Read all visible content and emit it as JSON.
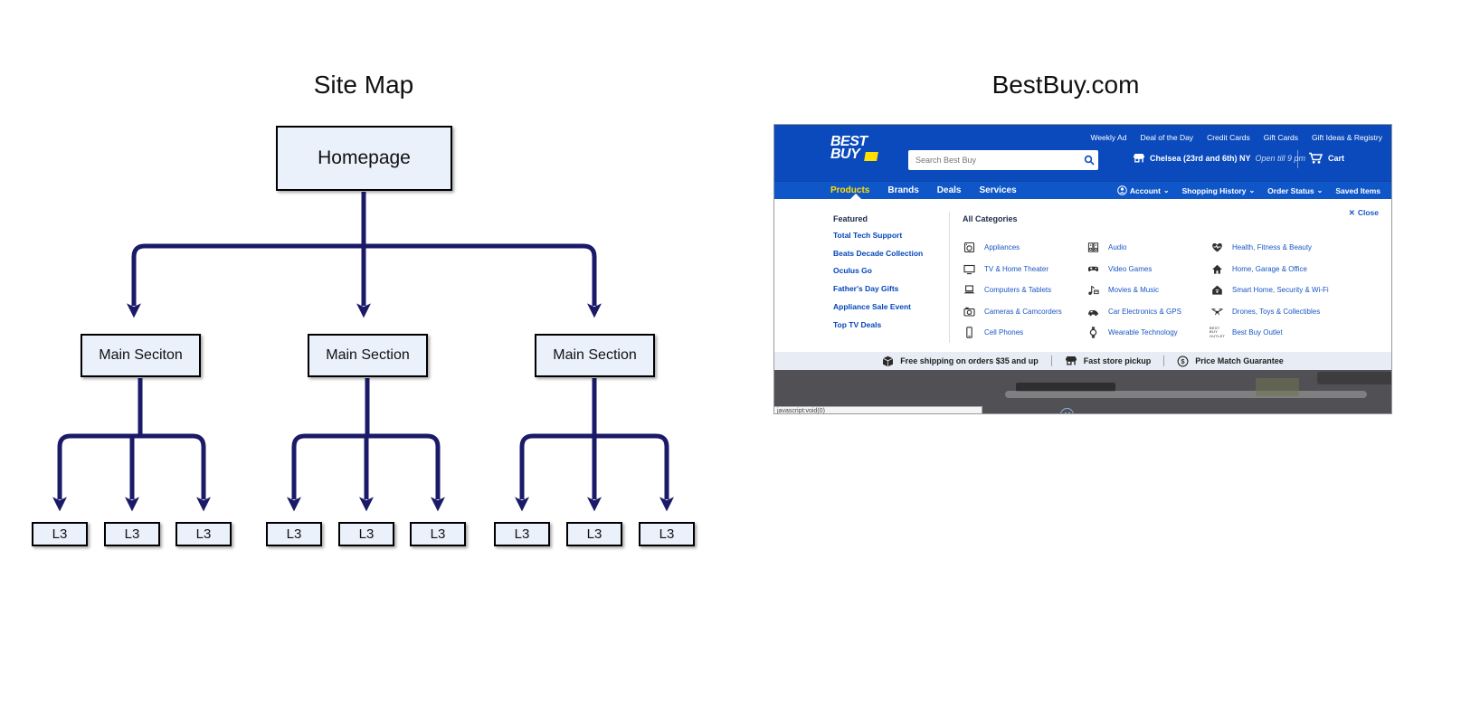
{
  "sitemap": {
    "title": "Site Map",
    "homepage": "Homepage",
    "sections": [
      "Main Seciton",
      "Main Section",
      "Main Section"
    ],
    "l3": [
      "L3",
      "L3",
      "L3",
      "L3",
      "L3",
      "L3",
      "L3",
      "L3",
      "L3"
    ],
    "colors": {
      "arrow": "#1a1a68",
      "box_fill": "#eaf1fb",
      "box_border": "#000000"
    }
  },
  "bestbuy": {
    "title": "BestBuy.com",
    "colors": {
      "header_blue": "#0a4abc",
      "nav_blue": "#0f56c8",
      "accent_yellow": "#ffe000",
      "link_blue": "#1a56c4"
    },
    "header": {
      "logo_top": "BEST",
      "logo_bottom": "BUY",
      "utility_links": [
        "Weekly Ad",
        "Deal of the Day",
        "Credit Cards",
        "Gift Cards",
        "Gift Ideas & Registry"
      ],
      "search_placeholder": "Search Best Buy",
      "store_name": "Chelsea (23rd and 6th) NY",
      "store_hours": "Open till 9 pm",
      "cart_label": "Cart"
    },
    "nav": {
      "items": [
        "Products",
        "Brands",
        "Deals",
        "Services"
      ],
      "account_label": "Account",
      "history_label": "Shopping History",
      "order_status_label": "Order Status",
      "saved_items_label": "Saved Items",
      "caret": "⌄"
    },
    "menu": {
      "close_glyph": "✕",
      "close_label": "Close",
      "featured_heading": "Featured",
      "featured_links": [
        "Total Tech Support",
        "Beats Decade Collection",
        "Oculus Go",
        "Father's Day Gifts",
        "Appliance Sale Event",
        "Top TV Deals"
      ],
      "categories_heading": "All Categories",
      "outlet_icon": {
        "line1": "BEST BUY",
        "line2": "OUTLET"
      },
      "columns": [
        {
          "items": [
            {
              "icon": "appliances-icon",
              "label": "Appliances"
            },
            {
              "icon": "tv-icon",
              "label": "TV & Home Theater"
            },
            {
              "icon": "laptop-icon",
              "label": "Computers & Tablets"
            },
            {
              "icon": "camera-icon",
              "label": "Cameras & Camcorders"
            },
            {
              "icon": "cellphone-icon",
              "label": "Cell Phones"
            }
          ]
        },
        {
          "items": [
            {
              "icon": "audio-icon",
              "label": "Audio"
            },
            {
              "icon": "gamepad-icon",
              "label": "Video Games"
            },
            {
              "icon": "movies-music-icon",
              "label": "Movies & Music"
            },
            {
              "icon": "car-icon",
              "label": "Car Electronics & GPS"
            },
            {
              "icon": "wearable-icon",
              "label": "Wearable Technology"
            }
          ]
        },
        {
          "items": [
            {
              "icon": "health-icon",
              "label": "Health, Fitness & Beauty"
            },
            {
              "icon": "home-icon",
              "label": "Home, Garage & Office"
            },
            {
              "icon": "smart-home-icon",
              "label": "Smart Home, Security & Wi-Fi"
            },
            {
              "icon": "drone-icon",
              "label": "Drones, Toys & Collectibles"
            },
            {
              "icon": "outlet-icon",
              "label": "Best Buy Outlet"
            }
          ]
        }
      ]
    },
    "value_props": [
      {
        "icon": "package-icon",
        "label": "Free shipping on orders $35 and up"
      },
      {
        "icon": "store-icon",
        "label": "Fast store pickup"
      },
      {
        "icon": "dollar-icon",
        "label": "Price Match Guarantee"
      }
    ],
    "status_bar_text": "javascript:void(0)"
  }
}
